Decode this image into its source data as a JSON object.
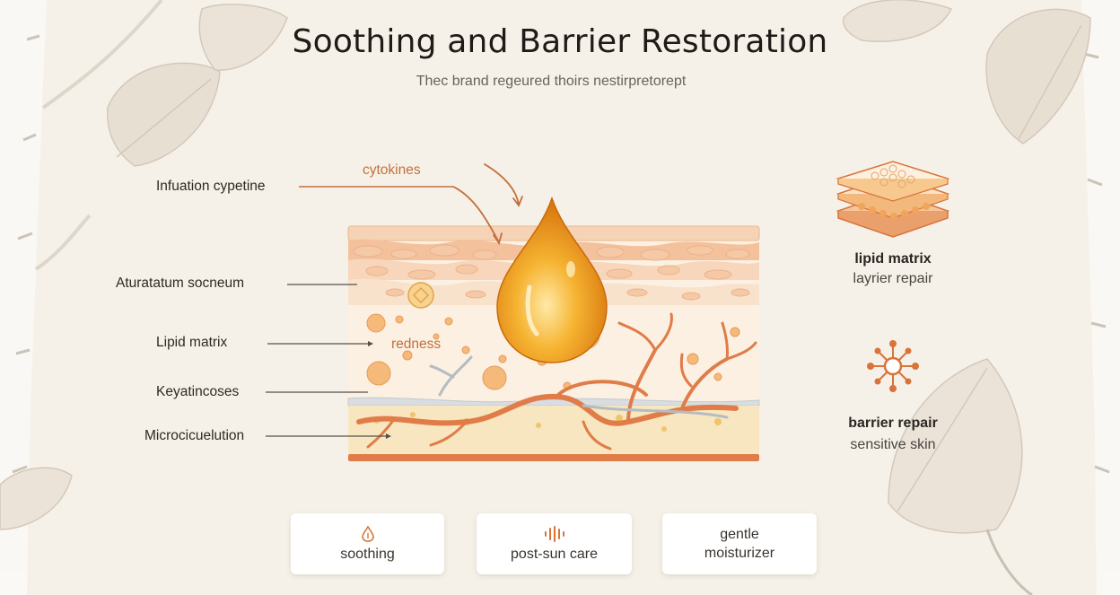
{
  "title": "Soothing and Barrier Restoration",
  "subtitle": "Thec brand regeured thoirs nestirpretorept",
  "left_labels": [
    "Infuation cypetine",
    "Aturatatum socneum",
    "Lipid matrix",
    "Keyatincoses",
    "Microcicuelution"
  ],
  "diagram_labels": {
    "cytokines": "cytokines",
    "redness": "redness"
  },
  "right_panel": {
    "lipid": {
      "title": "lipid matrix",
      "subtitle": "layrier repair",
      "icon": "lipid-layers-icon"
    },
    "barrier": {
      "title": "barrier repair",
      "subtitle": "sensitive skin",
      "icon": "molecule-network-icon"
    }
  },
  "cards": [
    {
      "label": "soothing",
      "icon": "drop-outline-icon"
    },
    {
      "label": "post-sun care",
      "icon": "sound-wave-icon"
    },
    {
      "line1": "gentle",
      "line2": "moisturizer"
    }
  ],
  "colors": {
    "accent": "#d8733a",
    "drop": "#f0a020",
    "background": "#f6f1e8"
  }
}
